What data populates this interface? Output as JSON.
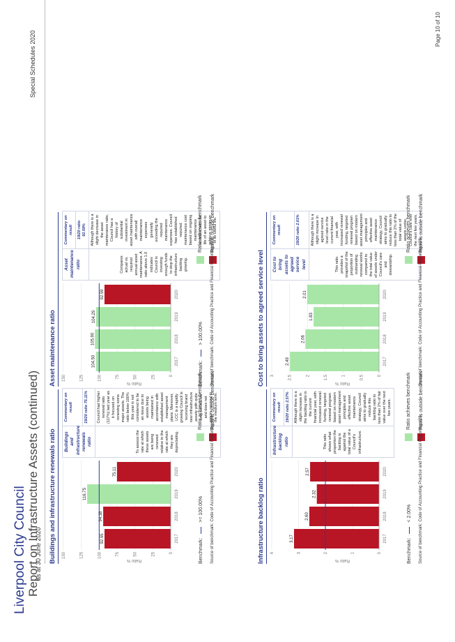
{
  "header": {
    "council": "Liverpool City Council",
    "report_title": "Report on Infrastructure Assets (continued)",
    "as_at": "as at 30 June 2020",
    "schedule": "Special Schedules 2020",
    "page": "Page 10 of 10"
  },
  "legend": {
    "achieves": "Ratio achieves benchmark",
    "outside": "Ratio is outside benchmark",
    "colors": {
      "achieves": "#a8e6a8",
      "outside": "#b81525",
      "benchmark_line": "#2b3a8f"
    }
  },
  "source_text": "Source of benchmark: Code of Accounting Practice and Financial Reporting #28",
  "sections": [
    {
      "title": "Buildings and infrastructure renewals ratio",
      "benchmark_label": "Benchmark:",
      "benchmark_value": ">= 100.00%",
      "info_title": "Buildings and infrastructure renewals ratio",
      "commentary_header": "Commentary on result",
      "ratio_line": "19/20 ratio     75.11%",
      "description": "To assess the rate at which these assets are being renewed relative to the rate at which they are depreciating.",
      "commentary": "Council had higher renewal ratio (117%) last year as it focused on renewing some major assets. The ratio below 100% this year is not considered to be an issue due to assets being maintained in accordance with established asset management plans. Moreover, LCC is a rapidly growing Council is receiving brand new infrastructure assets with quite long service life and does not require renewal in the medium term."
    },
    {
      "title": "Asset maintenance ratio",
      "benchmark_label": "Benchmark:",
      "benchmark_value": "> 100.00%",
      "info_title": "Asset maintenance ratio",
      "commentary_header": "Commentary on result",
      "ratio_line": "19/20 ratio     92.59%",
      "description": "Compares actual vs. required annual asset maintenance. A ratio above 1.0 indicates Council is investing enough funds to stop the infrastructure backlog growing.",
      "commentary": "Although there is a slight decrease in the asset maintenance ratio, Council has a history of substantial investment in asset maintenance with overall maintenance expenses generally exceeding the required maintenance expenses. Council has established required maintenance cost based on ongoing maintenance activities over the life of an asset to achieve minimum of its useful life."
    },
    {
      "title": "Infrastructure backlog ratio",
      "benchmark_label": "Benchmark:",
      "benchmark_value": "< 2.00%",
      "info_title": "Infrastructure backlog ratio",
      "commentary_header": "Commentary on result",
      "ratio_line": "19/20 ratio     2.57%",
      "description": "This ratio shows what proportion the backlog is against the total value of a Council's infrastructure.",
      "commentary": "Although there is a slight increase in the backlog ratio in the current financial year, with increased renewal funding, targeted renewal program based on modern asset management principles and effective asset maintenance strategy, Council aims to gradually reduce this backlog ratio to less than 2% of fair value over the next few years."
    },
    {
      "title": "Cost to bring assets to agreed service level",
      "benchmark_label": "",
      "benchmark_value": "",
      "info_title": "Cost to bring assets to agreed service level",
      "commentary_header": "Commentary on result",
      "ratio_line": "19/20 ratio     2.01%",
      "description": "This ratio provides a snapshot of the proportion of outstanding renewal works compared to the total value of assets under Council's care and stewardship.",
      "commentary": "Although there is a slight increase in agreed service level ratio in the current financial year, with increased renewal funding, targeted renewal program based on modern asset management principles and effective asset maintenance strategy, Council aims to gradually reduce this ratio to less than 2% of the total value of assets under Council's care over the next few years."
    }
  ],
  "chart_data": [
    {
      "type": "bar",
      "title": "Buildings and infrastructure renewals ratio",
      "ylabel": "Ratio %",
      "categories": [
        "2017",
        "2018",
        "2019",
        "2020"
      ],
      "values": [
        92.55,
        94.38,
        116.75,
        75.11
      ],
      "value_labels": [
        "92.55",
        "94.38",
        "116.75",
        "75.11"
      ],
      "bar_status": [
        "outside",
        "outside",
        "achieves",
        "outside"
      ],
      "ylim": [
        0,
        150
      ],
      "yticks": [
        0,
        25,
        50,
        75,
        100,
        125,
        150
      ],
      "benchmark": 100
    },
    {
      "type": "bar",
      "title": "Asset maintenance ratio",
      "ylabel": "Ratio %",
      "categories": [
        "2017",
        "2018",
        "2019",
        "2020"
      ],
      "values": [
        104.5,
        105.9,
        104.29,
        92.59
      ],
      "value_labels": [
        "104.50",
        "105.90",
        "104.29",
        "92.59"
      ],
      "bar_status": [
        "achieves",
        "achieves",
        "achieves",
        "outside"
      ],
      "ylim": [
        0,
        150
      ],
      "yticks": [
        0,
        25,
        50,
        75,
        100,
        125,
        150
      ],
      "benchmark": 100
    },
    {
      "type": "bar",
      "title": "Infrastructure backlog ratio",
      "ylabel": "Ratio %",
      "categories": [
        "2017",
        "2018",
        "2019",
        "2020"
      ],
      "values": [
        3.17,
        2.6,
        2.32,
        2.57
      ],
      "value_labels": [
        "3.17",
        "2.60",
        "2.32",
        "2.57"
      ],
      "bar_status": [
        "outside",
        "outside",
        "outside",
        "outside"
      ],
      "ylim": [
        0,
        4
      ],
      "yticks": [
        0,
        1,
        2,
        3,
        4
      ],
      "benchmark": 2
    },
    {
      "type": "bar",
      "title": "Cost to bring assets to agreed service level",
      "ylabel": "Ratio %",
      "categories": [
        "2017",
        "2018",
        "2019",
        "2020"
      ],
      "values": [
        2.49,
        2.06,
        1.83,
        2.01
      ],
      "value_labels": [
        "2.49",
        "2.06",
        "1.83",
        "2.01"
      ],
      "bar_status": [
        "achieves",
        "achieves",
        "achieves",
        "achieves"
      ],
      "ylim": [
        0,
        3
      ],
      "yticks": [
        0,
        0.5,
        1,
        1.5,
        2,
        2.5,
        3
      ],
      "ytick_labels": [
        "0",
        "0.5",
        "1",
        "1.5",
        "2",
        "2.5",
        "3"
      ],
      "benchmark": null
    }
  ]
}
